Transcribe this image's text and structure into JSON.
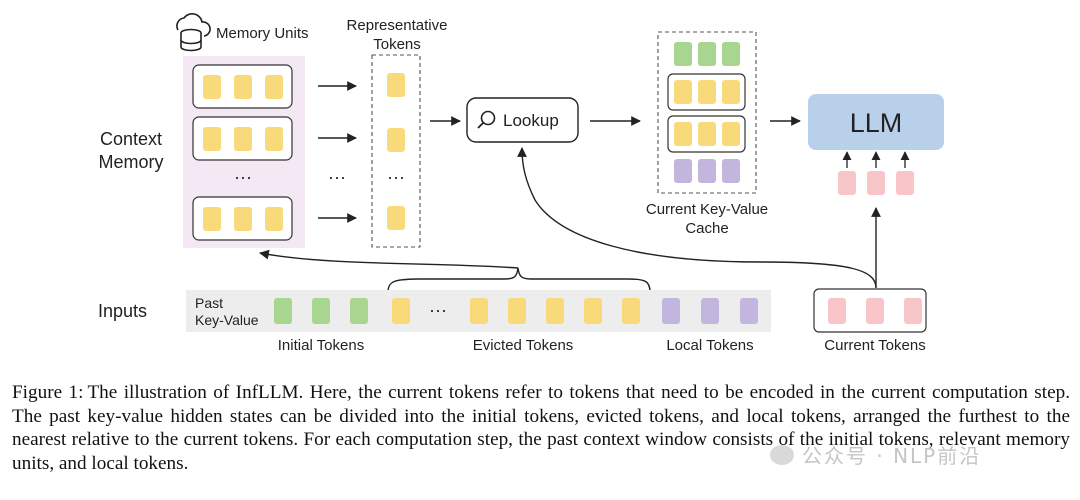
{
  "diagram": {
    "memory_units_label": "Memory Units",
    "representative_tokens_label": [
      "Representative",
      "Tokens"
    ],
    "context_memory_label": [
      "Context",
      "Memory"
    ],
    "ellipsis": "…",
    "dots": "···",
    "lookup_label": "Lookup",
    "kv_cache_label": [
      "Current Key-Value",
      "Cache"
    ],
    "llm_label": "LLM",
    "inputs_label": "Inputs",
    "past_kv_label": [
      "Past",
      "Key-Value"
    ],
    "initial_tokens_label": "Initial Tokens",
    "evicted_tokens_label": "Evicted Tokens",
    "local_tokens_label": "Local Tokens",
    "current_tokens_label": "Current Tokens"
  },
  "colors": {
    "yellow": "#F9DA7A",
    "green": "#A8D590",
    "purple": "#C3B6DE",
    "pink": "#F8C5C8",
    "llm_box": "#B9D0EA",
    "memory_bg": "#F3E8F3",
    "inputs_bg": "#EDEDED"
  },
  "caption": {
    "label": "Figure 1:",
    "text": "The illustration of InfLLM. Here, the current tokens refer to tokens that need to be encoded in the current computation step. The past key-value hidden states can be divided into the initial tokens, evicted tokens, and local tokens, arranged the furthest to the nearest relative to the current tokens. For each computation step, the past context window consists of the initial tokens, relevant memory units, and local tokens."
  },
  "watermark": "公众号 · NLP前沿"
}
